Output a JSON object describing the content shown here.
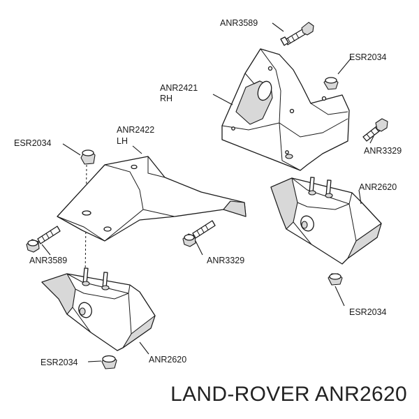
{
  "labels": {
    "top_bolt": "ANR3589",
    "top_right_nut": "ESR2034",
    "rh_bracket_code": "ANR2421",
    "rh_bracket_side": "RH",
    "right_bolt": "ANR3329",
    "right_mount": "ANR2620",
    "right_bottom_nut": "ESR2034",
    "left_top_nut": "ESR2034",
    "lh_bracket_code": "ANR2422",
    "lh_bracket_side": "LH",
    "left_bolt": "ANR3589",
    "center_bolt": "ANR3329",
    "left_mount": "ANR2620",
    "left_bottom_nut": "ESR2034"
  },
  "caption": "LAND-ROVER ANR2620"
}
